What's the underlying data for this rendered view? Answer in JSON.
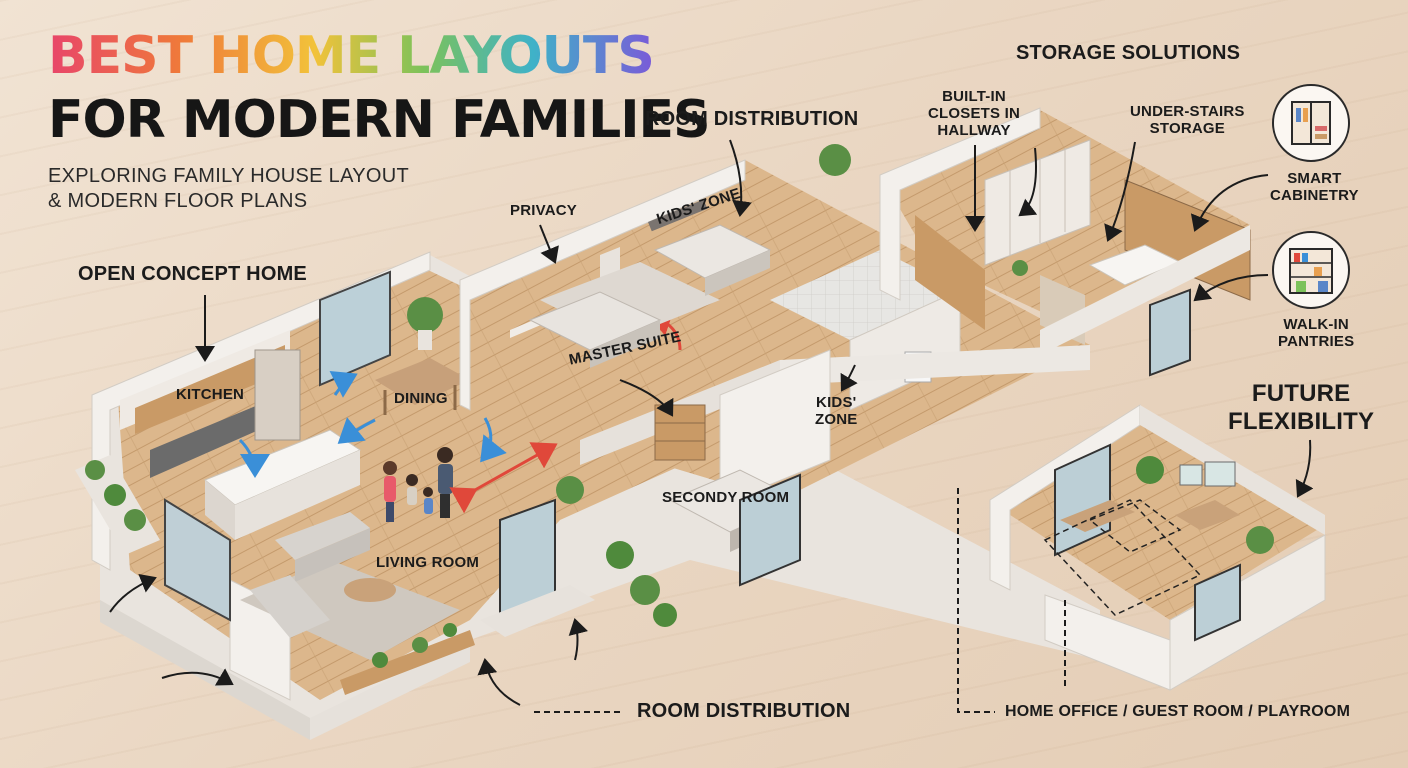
{
  "header": {
    "title_line1": "BEST HOME LAYOUTS",
    "title_line2": "FOR MODERN FAMILIES",
    "subtitle_line1": "EXPLORING FAMILY HOUSE LAYOUT",
    "subtitle_line2": "& MODERN FLOOR PLANS"
  },
  "callouts": {
    "open_concept": "OPEN CONCEPT HOME",
    "privacy": "PRIVACY",
    "room_distribution_top": "ROOM DISTRIBUTION",
    "room_distribution_bottom": "ROOM DISTRIBUTION",
    "kids_zone_top": "KIDS' ZONE",
    "storage_solutions": "STORAGE SOLUTIONS",
    "built_in_closets": [
      "BUILT-IN",
      "CLOSETS IN",
      "HALLWAY"
    ],
    "under_stairs": [
      "UNDER-STAIRS",
      "STORAGE"
    ],
    "smart_cabinetry": [
      "SMART",
      "CABINETRY"
    ],
    "walk_in_pantries": [
      "WALK-IN",
      "PANTRIES"
    ],
    "future_flexibility": [
      "FUTURE",
      "FLEXIBILITY"
    ],
    "home_office": "HOME OFFICE / GUEST ROOM / PLAYROOM"
  },
  "rooms": {
    "kitchen": "KITCHEN",
    "dining": "DINING",
    "living_room": "LIVING ROOM",
    "master_suite": "MASTER SUITE",
    "kids_zone": [
      "KIDS'",
      "ZONE"
    ],
    "secondy_room": "SECONDY ROOM"
  },
  "icons": [
    "closet-icon",
    "pantry-icon"
  ],
  "colors": {
    "floor_wood": "#d9b48a",
    "wall": "#f3f0ec",
    "wall_shade": "#dcd7d0",
    "rug": "#cfc8bf",
    "plant": "#4f8a3c",
    "arrow_blue": "#3a8fd8",
    "arrow_red": "#e0483a"
  }
}
